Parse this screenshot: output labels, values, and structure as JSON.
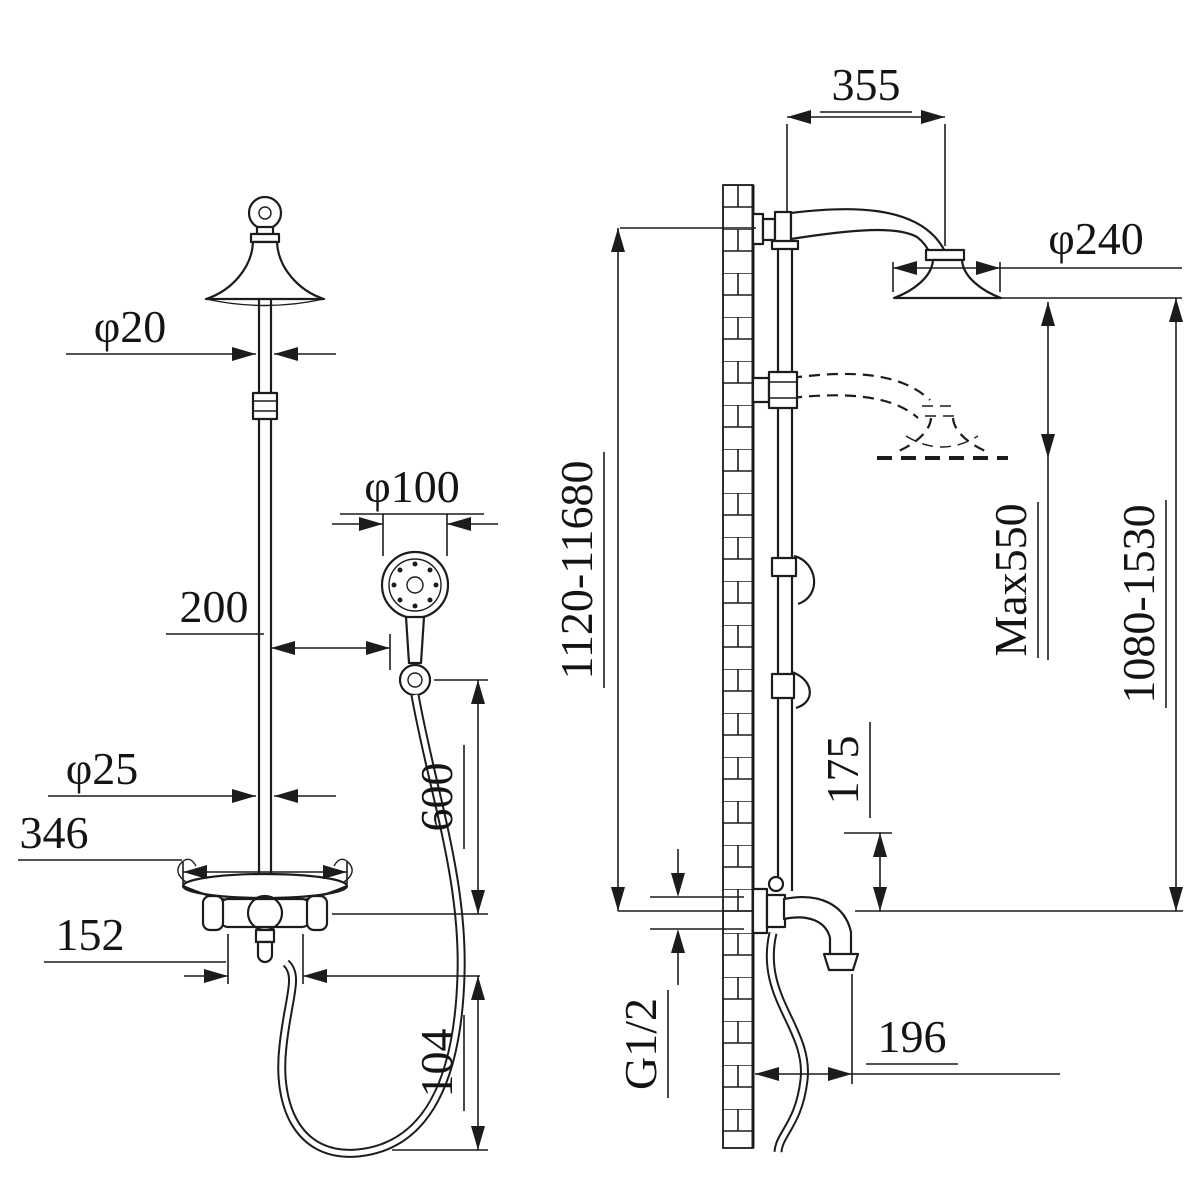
{
  "drawing": {
    "subject": "shower-column-two-view-dimension-drawing",
    "background": "#ffffff",
    "line_color": "#1c1c1c",
    "front_view": {
      "riser_top_diameter": "φ20",
      "hand_shower_diameter": "φ100",
      "hand_shower_offset": "200",
      "riser_diameter": "φ25",
      "soap_dish_width": "346",
      "valve_center_span": "152",
      "hand_shower_height": "600",
      "valve_drop": "104"
    },
    "side_view": {
      "arm_projection": "355",
      "head_diameter": "φ240",
      "riser_height_range": "1120-11680",
      "head_height_adjust": "Max550",
      "overall_height_range": "1080-1530",
      "inlet_offset": "175",
      "inlet_thread": "G1/2",
      "spout_projection": "196"
    }
  }
}
